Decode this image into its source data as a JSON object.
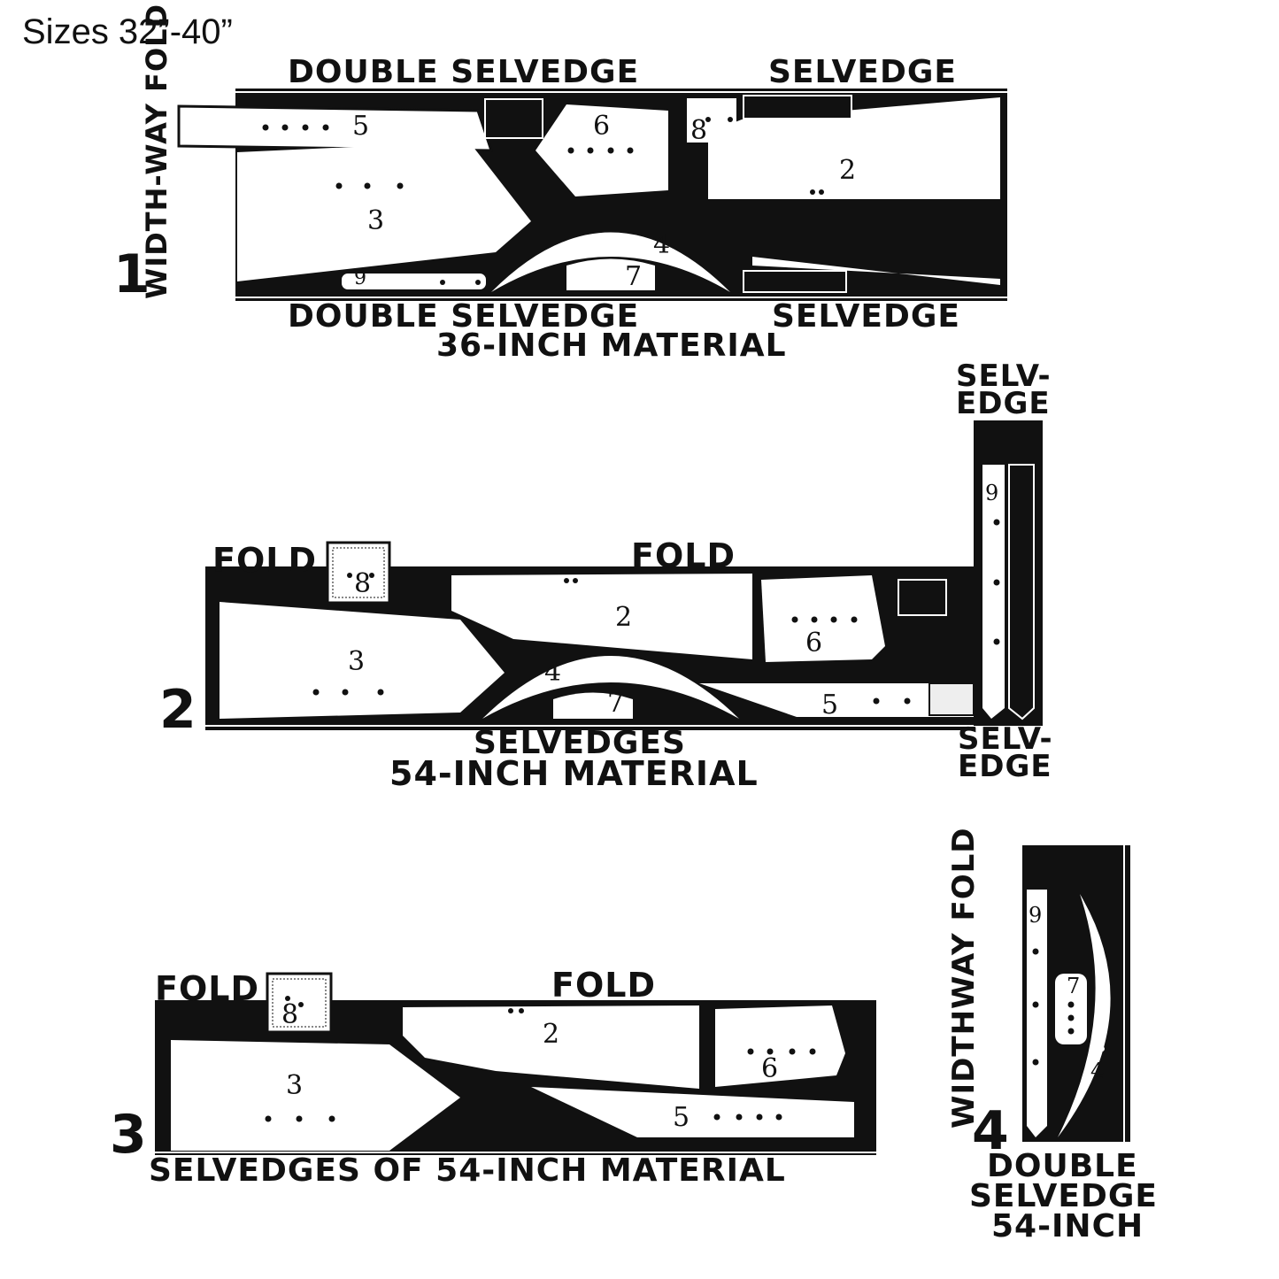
{
  "title": "Sizes 32”-40”",
  "layouts": [
    {
      "number": "1",
      "top_label": "DOUBLE SELVEDGE",
      "top_label_right": "SELVEDGE",
      "bottom_label": "DOUBLE SELVEDGE",
      "bottom_label_right": "SELVEDGE",
      "material": "36-INCH MATERIAL",
      "side_label": "WIDTH-WAY FOLD",
      "pieces": [
        "5",
        "6",
        "8",
        "2",
        "3",
        "4",
        "7",
        "9"
      ]
    },
    {
      "number": "2",
      "fold_left": "FOLD",
      "fold_center": "FOLD",
      "selvedge_top": "SELV-EDGE",
      "selvedge_bottom": "SELV-EDGE",
      "bottom_label": "SELVEDGES",
      "material": "54-INCH MATERIAL",
      "pieces": [
        "8",
        "2",
        "6",
        "3",
        "4",
        "7",
        "5",
        "9"
      ]
    },
    {
      "number": "3",
      "fold_left": "FOLD",
      "fold_center": "FOLD",
      "bottom_label": "SELVEDGES OF 54-INCH MATERIAL",
      "pieces": [
        "8",
        "2",
        "6",
        "3",
        "5"
      ]
    },
    {
      "number": "4",
      "side_label": "WIDTHWAY FOLD",
      "bottom_label_1": "DOUBLE",
      "bottom_label_2": "SELVEDGE",
      "bottom_label_3": "54-INCH",
      "pieces": [
        "9",
        "7",
        "4"
      ]
    }
  ]
}
